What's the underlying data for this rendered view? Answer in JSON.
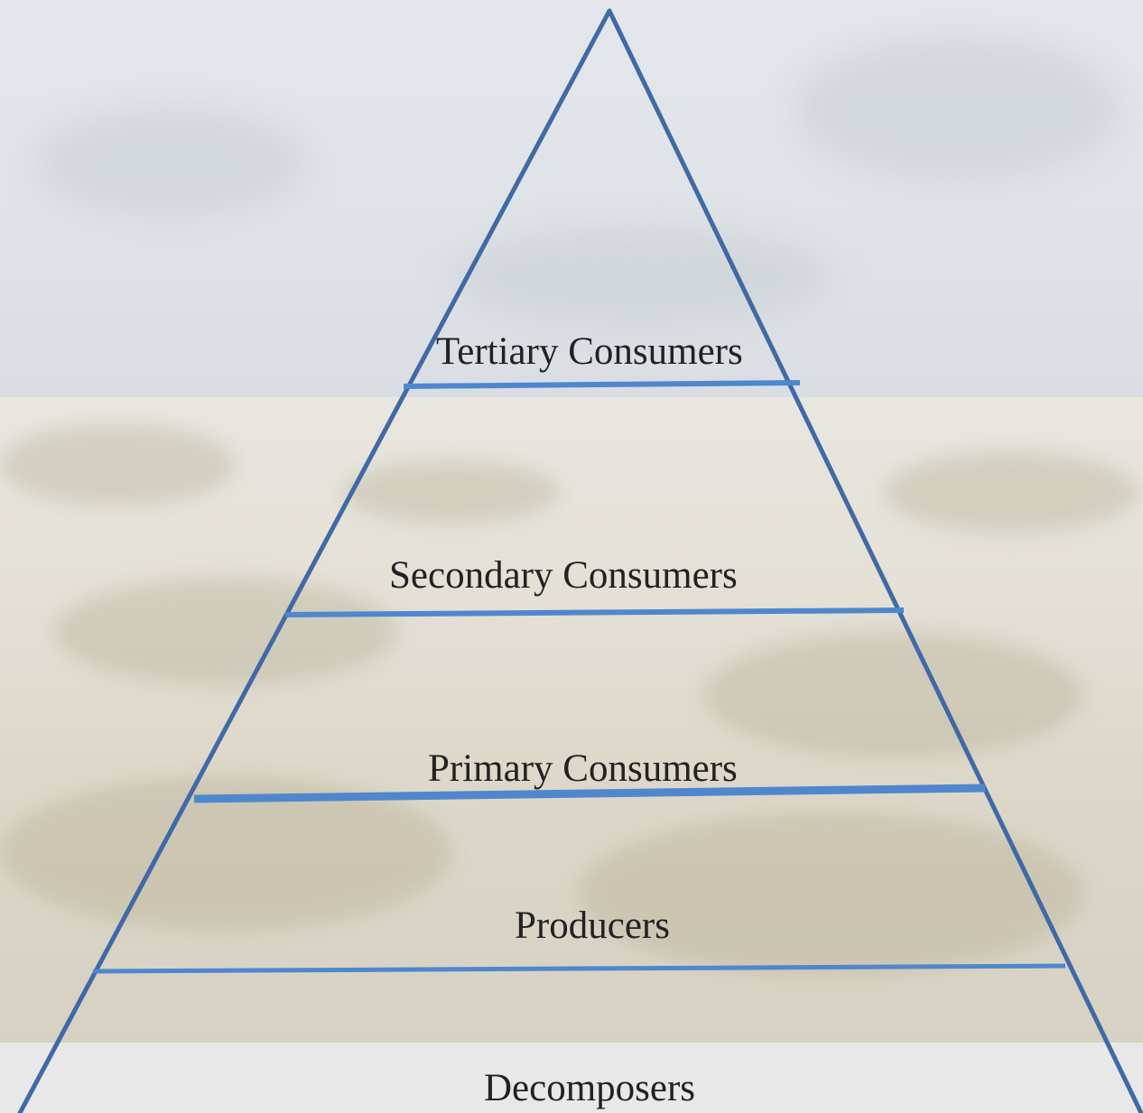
{
  "pyramid": {
    "levels": [
      {
        "id": "tertiary",
        "label": "Tertiary Consumers"
      },
      {
        "id": "secondary",
        "label": "Secondary Consumers"
      },
      {
        "id": "primary",
        "label": "Primary Consumers"
      },
      {
        "id": "producers",
        "label": "Producers"
      },
      {
        "id": "decomposers",
        "label": "Decomposers"
      }
    ],
    "line_color": "#3f6aa5",
    "divider_color": "#4f87cc"
  },
  "background": {
    "sky_color": "#e1e4e8",
    "ground_color": "#ddd7c9",
    "band_color": "#e8e8e8"
  }
}
